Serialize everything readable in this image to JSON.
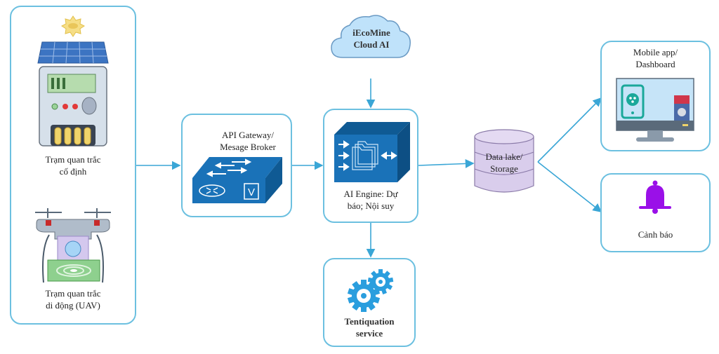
{
  "nodes": {
    "fixed_station": {
      "label_line1": "Trạm quan trắc",
      "label_line2": "cố định"
    },
    "uav_station": {
      "label_line1": "Trạm quan trắc",
      "label_line2": "di động (UAV)"
    },
    "api_gateway": {
      "label_line1": "API Gateway/",
      "label_line2": "Mesage Broker",
      "badge": "V"
    },
    "cloud": {
      "label_line1": "iEcoMine",
      "label_line2": "Cloud AI"
    },
    "ai_engine": {
      "label_line1": "AI Engine: Dự",
      "label_line2": "báo; Nội suy"
    },
    "tentiquation": {
      "label_line1": "Tentiquation",
      "label_line2": "service"
    },
    "data_lake": {
      "label_line1": "Data lake/",
      "label_line2": "Storage"
    },
    "dashboard": {
      "label_line1": "Mobile app/",
      "label_line2": "Dashboard"
    },
    "alert": {
      "label": "Cảnh báo"
    }
  },
  "edges": [
    {
      "from": "stations",
      "to": "api_gateway"
    },
    {
      "from": "api_gateway",
      "to": "ai_engine"
    },
    {
      "from": "cloud",
      "to": "ai_engine"
    },
    {
      "from": "ai_engine",
      "to": "tentiquation"
    },
    {
      "from": "ai_engine",
      "to": "data_lake"
    },
    {
      "from": "data_lake",
      "to": "dashboard"
    },
    {
      "from": "data_lake",
      "to": "alert"
    }
  ],
  "colors": {
    "border": "#6cc0e0",
    "arrow": "#3aa6d6",
    "device_blue": "#1a72b8",
    "gear_blue": "#2a9ede",
    "bell_purple": "#9a10e8",
    "cylinder_fill": "#d9cdec"
  }
}
